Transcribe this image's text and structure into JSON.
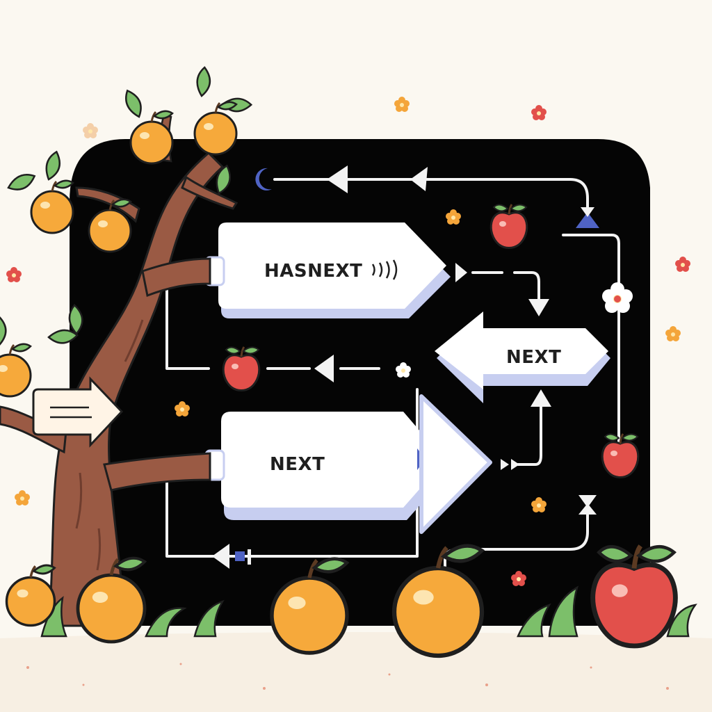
{
  "labels": {
    "hasnext": "HASNEXT",
    "next_right": "NEXT",
    "next_bottom": "NEXT"
  },
  "colors": {
    "background": "#fbf8f1",
    "board": "#050505",
    "tag_fill": "#ffffff",
    "tag_shade": "#c7cef0",
    "accent_blue": "#4f63c4",
    "trunk": "#9a5a44",
    "trunk_dark": "#6f3d2e",
    "leaf": "#7cbf6a",
    "orange": "#f6a93b",
    "apple": "#e2504b",
    "flower": "#f4a53a"
  },
  "icons": {
    "tree": "apple-tree-icon",
    "fruit": "orange-fruit-icon",
    "apple": "red-apple-icon",
    "flower": "flower-icon",
    "arrow": "arrow-icon"
  }
}
